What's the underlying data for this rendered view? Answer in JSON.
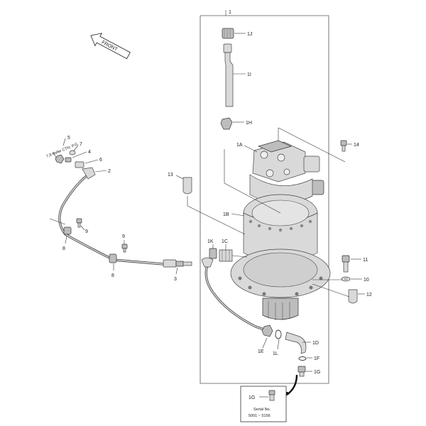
{
  "diagram": {
    "frame_label": "1",
    "front_label": "FRONT",
    "callouts": {
      "c1J": "1J",
      "c1I": "1I",
      "c1H": "1H",
      "c1A": "1A",
      "c14": "14",
      "c13": "13",
      "c1B": "1B",
      "c1K": "1K",
      "c1C": "1C",
      "c11": "11",
      "c10": "10",
      "c12": "12",
      "c1D": "1D",
      "c1F": "1F",
      "c1G": "1G",
      "c1E": "1E",
      "c1L": "1L",
      "c5": "5",
      "c7": "7",
      "c4": "4",
      "c6": "6",
      "c2": "2",
      "c9a": "9",
      "c8a": "8",
      "c9b": "9",
      "c8b": "8",
      "c3": "3"
    },
    "handwritten_note": "7,8 Refer CTN. P.G.",
    "inset": {
      "part_label": "1G",
      "serial_title": "Serial No.",
      "serial_range": "5001 ~ 5156"
    }
  }
}
